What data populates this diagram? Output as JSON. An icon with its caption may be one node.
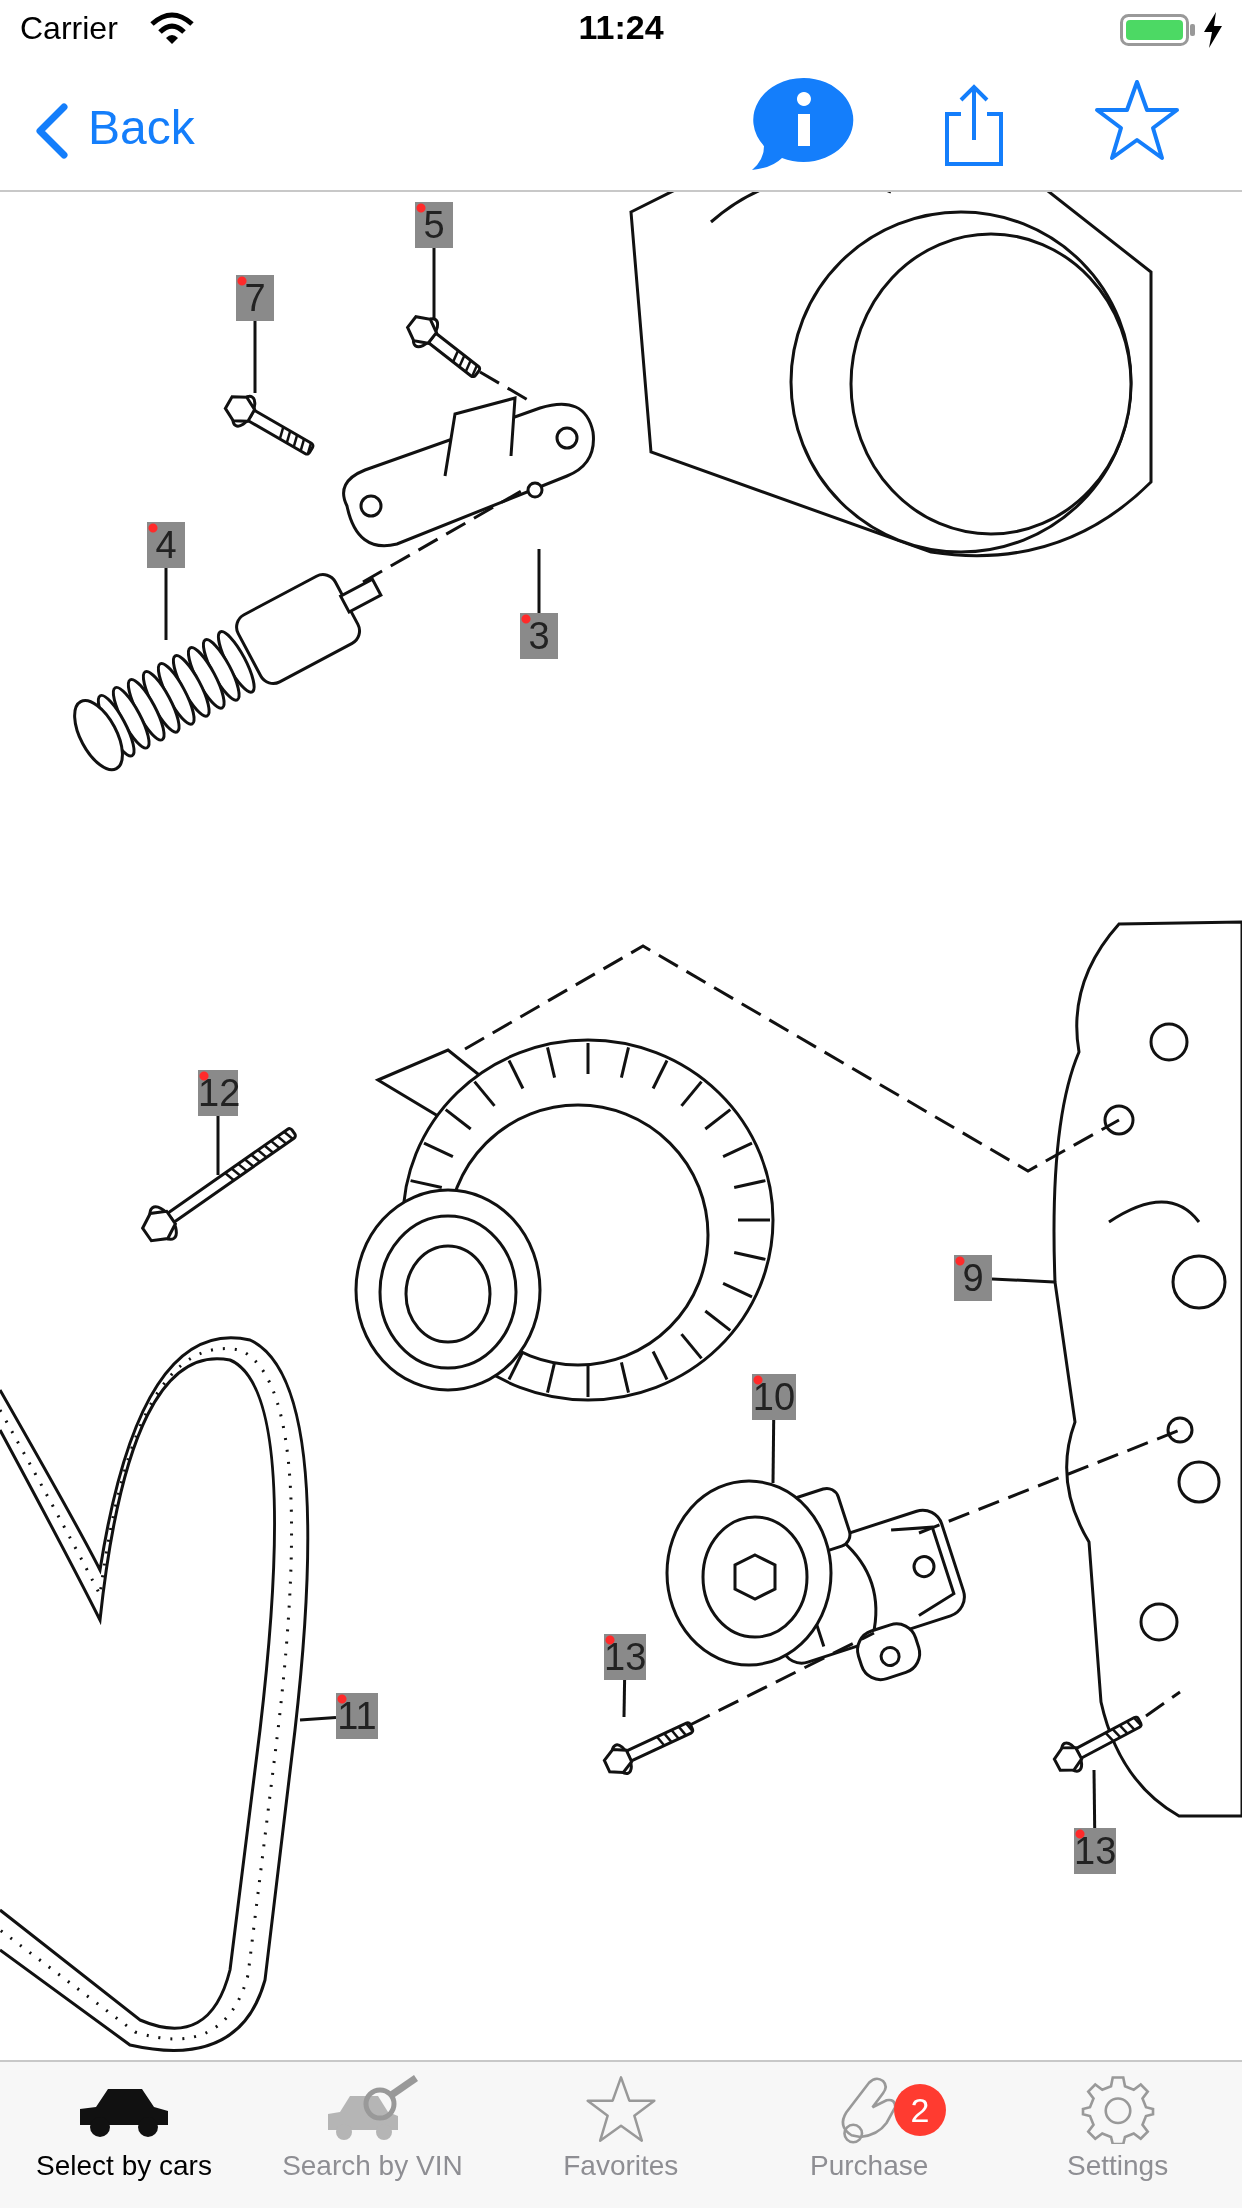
{
  "diagram": {
    "nodes": [
      {
        "text": [
          "5"
        ]
      },
      {
        "text": [
          "7"
        ]
      },
      {
        "text": [
          "4"
        ]
      },
      {
        "text": [
          "3"
        ]
      },
      {
        "text": [
          "12"
        ]
      },
      {
        "text": [
          "9"
        ]
      },
      {
        "text": [
          "10"
        ]
      },
      {
        "text": [
          "11"
        ]
      },
      {
        "text": [
          "13"
        ]
      },
      {
        "text": [
          "13"
        ]
      },
      {
        "text": [],
        "shape": "picture"
      },
      {
        "text": [],
        "shape": "picture"
      },
      {
        "text": [],
        "shape": "picture"
      },
      {
        "text": [],
        "shape": "picture"
      },
      {
        "text": [],
        "shape": "picture"
      },
      {
        "text": [],
        "shape": "picture"
      },
      {
        "text": [],
        "shape": "picture"
      },
      {
        "text": [],
        "shape": "picture"
      },
      {
        "text": [],
        "shape": "picture"
      },
      {
        "text": [],
        "shape": "picture"
      },
      {
        "text": [],
        "shape": "picture"
      }
    ],
    "edges": [
      {
        "from": 0,
        "to": 10,
        "arrow": "none"
      },
      {
        "from": 1,
        "to": 11,
        "arrow": "none"
      },
      {
        "from": 2,
        "to": 12,
        "arrow": "none"
      },
      {
        "from": 3,
        "to": 13,
        "arrow": "none"
      },
      {
        "from": 4,
        "to": 14,
        "arrow": "none"
      },
      {
        "from": 5,
        "to": 15,
        "arrow": "none"
      },
      {
        "from": 6,
        "to": 16,
        "arrow": "none"
      },
      {
        "from": 7,
        "to": 17,
        "arrow": "none"
      },
      {
        "from": 8,
        "to": 18,
        "arrow": "none"
      },
      {
        "from": 9,
        "to": 19,
        "arrow": "none"
      },
      {
        "from": 10,
        "to": 13,
        "arrow": "none",
        "style": "dashed"
      },
      {
        "from": 12,
        "to": 13,
        "arrow": "none",
        "style": "dashed"
      },
      {
        "from": 20,
        "to": 15,
        "arrow": "none",
        "style": "dashed"
      },
      {
        "from": 18,
        "to": 16,
        "arrow": "none",
        "style": "dashed"
      },
      {
        "from": 16,
        "to": 15,
        "arrow": "none",
        "style": "dashed"
      },
      {
        "from": 19,
        "to": 15,
        "arrow": "none",
        "style": "dashed"
      }
    ],
    "labels": [
      "Carrier",
      "11:24",
      "Back",
      "2",
      "Select by cars",
      "Search by VIN",
      "Favorites",
      "Purchase",
      "Settings"
    ]
  }
}
